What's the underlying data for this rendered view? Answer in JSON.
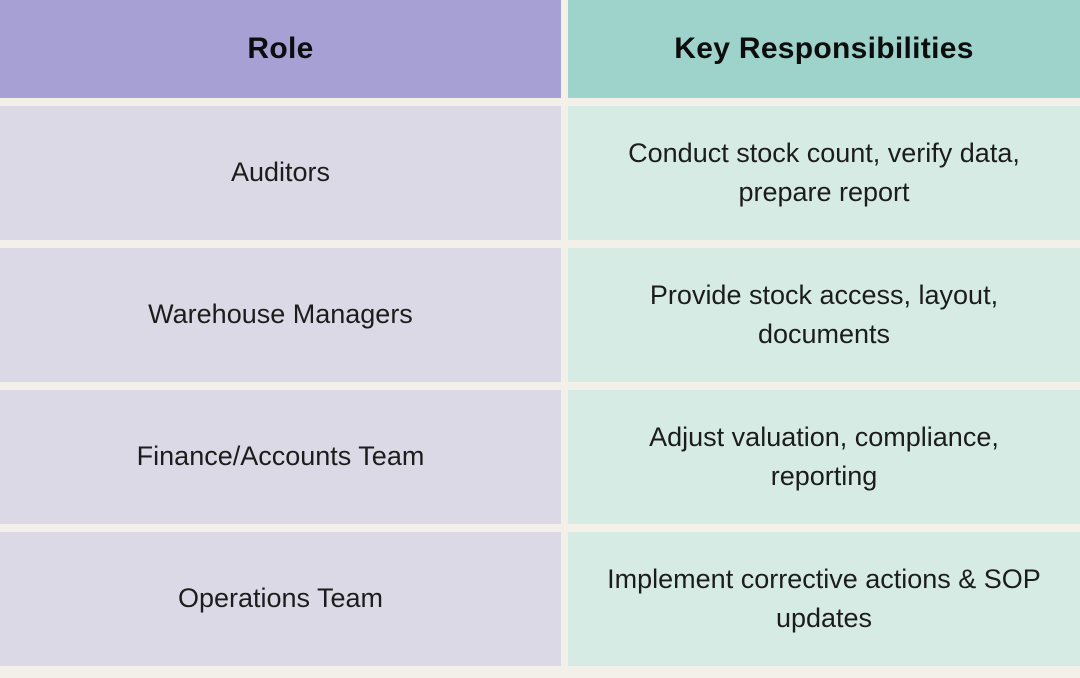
{
  "chart_data": {
    "type": "table",
    "columns": [
      "Role",
      "Key Responsibilities"
    ],
    "rows": [
      [
        "Auditors",
        "Conduct stock count, verify data, prepare report"
      ],
      [
        "Warehouse Managers",
        "Provide stock access, layout, documents"
      ],
      [
        "Finance/Accounts Team",
        "Adjust valuation, compliance, reporting"
      ],
      [
        "Operations Team",
        "Implement corrective actions & SOP updates"
      ]
    ],
    "layout_hints": {
      "header_row": true,
      "column_alignment": "center"
    }
  },
  "colors": {
    "header_role_bg": "#a6a0d4",
    "header_responsibilities_bg": "#9ed3cb",
    "role_cell_bg": "#dcd9e6",
    "responsibilities_cell_bg": "#d6ebe3",
    "background": "#f3f0ea",
    "text": "#111111"
  }
}
